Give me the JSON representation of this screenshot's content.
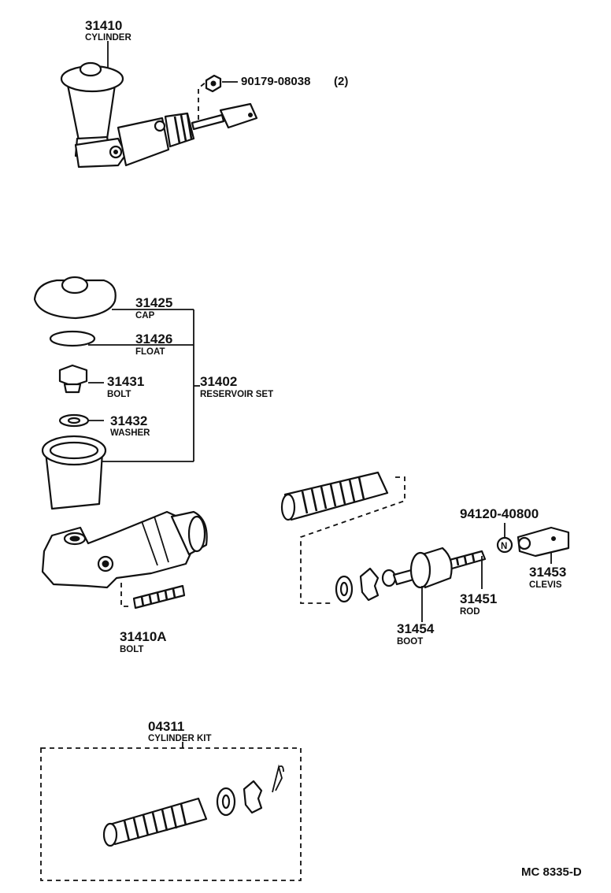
{
  "parts": {
    "cylinder": {
      "number": "31410",
      "name": "CYLINDER"
    },
    "nut": {
      "number": "90179-08038",
      "qty": "(2)"
    },
    "cap": {
      "number": "31425",
      "name": "CAP"
    },
    "float": {
      "number": "31426",
      "name": "FLOAT"
    },
    "bolt_31431": {
      "number": "31431",
      "name": "BOLT"
    },
    "washer": {
      "number": "31432",
      "name": "WASHER"
    },
    "reservoir_set": {
      "number": "31402",
      "name": "RESERVOIR SET"
    },
    "bolt_31410a": {
      "number": "31410A",
      "name": "BOLT"
    },
    "boot": {
      "number": "31454",
      "name": "BOOT"
    },
    "rod": {
      "number": "31451",
      "name": "ROD"
    },
    "nut_94120": {
      "number": "94120-40800"
    },
    "clevis": {
      "number": "31453",
      "name": "CLEVIS"
    },
    "cylinder_kit": {
      "number": "04311",
      "name": "CYLINDER KIT"
    }
  },
  "symbols": {
    "nut_letter": "N"
  },
  "reference": "MC 8335-D"
}
